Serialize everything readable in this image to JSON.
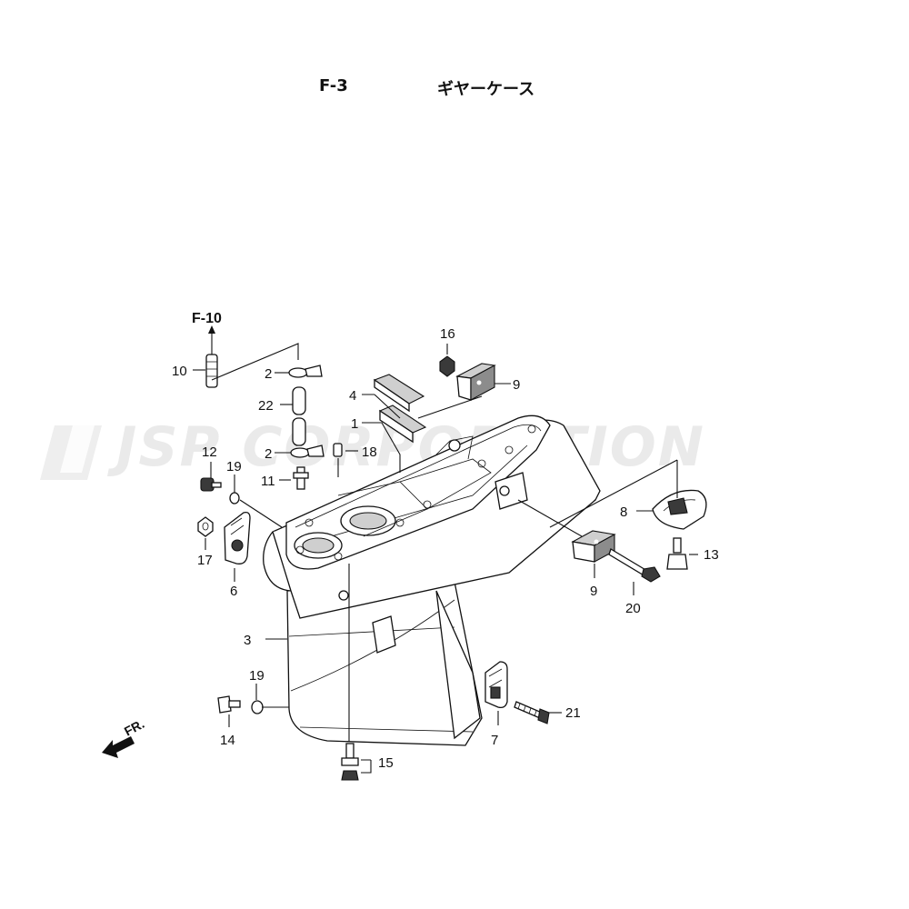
{
  "header": {
    "code": "F-3",
    "name": "ギヤーケース"
  },
  "watermark": "JSP CORPORATION",
  "reference": "F-10",
  "direction_label": "FR.",
  "callouts": {
    "c1": "1",
    "c2a": "2",
    "c2b": "2",
    "c3": "3",
    "c4": "4",
    "c6": "6",
    "c7": "7",
    "c8": "8",
    "c9a": "9",
    "c9b": "9",
    "c10": "10",
    "c11": "11",
    "c12": "12",
    "c13": "13",
    "c14": "14",
    "c15": "15",
    "c16": "16",
    "c17": "17",
    "c18": "18",
    "c19a": "19",
    "c19b": "19",
    "c20": "20",
    "c21": "21",
    "c22": "22"
  }
}
